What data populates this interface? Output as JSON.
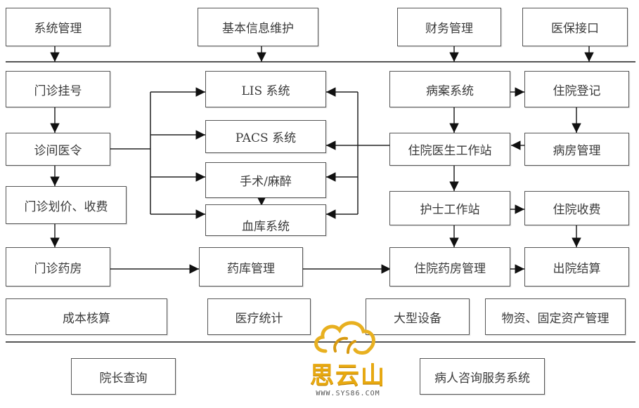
{
  "top_modules": [
    "系统管理",
    "基本信息维护",
    "财务管理",
    "医保接口"
  ],
  "outpatient": {
    "registration": "门诊挂号",
    "orders": "诊间医令",
    "billing": "门诊划价、收费",
    "pharmacy": "门诊药房"
  },
  "shared_systems": {
    "lis": "LIS 系统",
    "pacs": "PACS 系统",
    "surgery": "手术/麻醉",
    "blood_bank": "血库系统",
    "drug_store": "药库管理"
  },
  "inpatient": {
    "records": "病案系统",
    "admission": "住院登记",
    "doctor_station": "住院医生工作站",
    "ward": "病房管理",
    "nurse_station": "护士工作站",
    "inpatient_billing": "住院收费",
    "inpatient_pharmacy": "住院药房管理",
    "discharge": "出院结算"
  },
  "support_modules": [
    "成本核算",
    "医疗统计",
    "大型设备",
    "物资、固定资产管理"
  ],
  "bottom_modules": [
    "院长查询",
    "病人咨询服务系统"
  ],
  "watermark": {
    "name": "思云山",
    "url": "WWW.SYS86.COM",
    "color": "#e8a910"
  }
}
